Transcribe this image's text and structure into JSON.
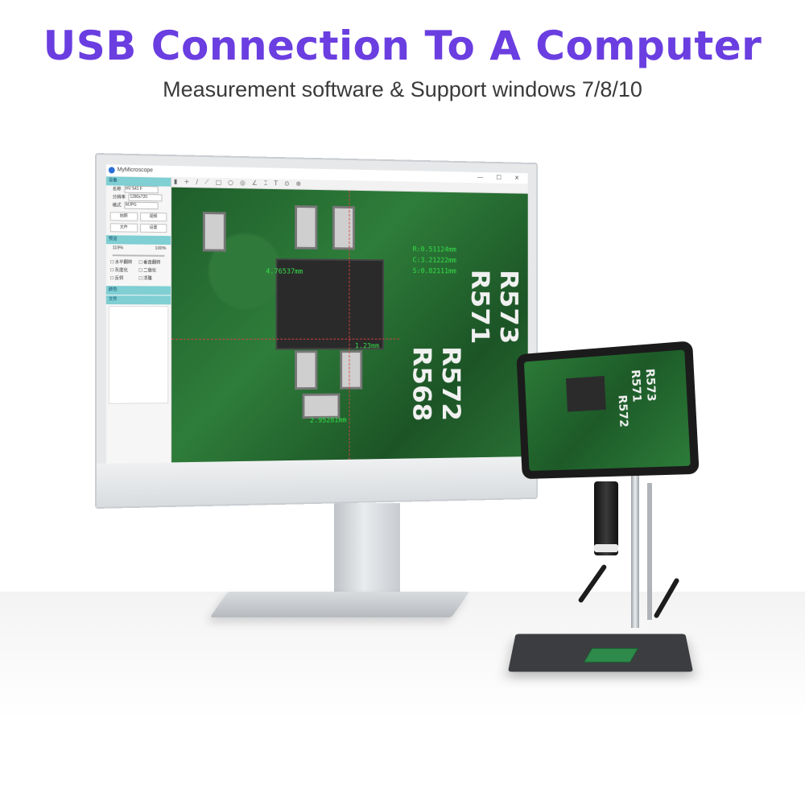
{
  "headline": "USB Connection To A Computer",
  "subline": "Measurement software & Support windows 7/8/10",
  "colors": {
    "headline": "#6a3ee0",
    "section_head": "#7fcfd3",
    "measure": "#35e04a",
    "pcb": "#2e7d3a"
  },
  "app": {
    "title": "MyMicroscope",
    "window_controls": "— ☐ ✕",
    "sections": {
      "device": "设备",
      "preview": "预览",
      "color": "颜色",
      "files": "文件"
    },
    "device_rows": [
      {
        "label": "名称",
        "value": "HV 541 F"
      },
      {
        "label": "分辨率",
        "value": "1280x720"
      },
      {
        "label": "格式",
        "value": "MJPG"
      }
    ],
    "buttons": [
      "拍照",
      "视频",
      "文件",
      "设置"
    ],
    "zoom": {
      "value": "119%",
      "right": "100%"
    },
    "checkboxes": [
      "水平翻转",
      "垂直翻转",
      "灰度化",
      "二值化",
      "反转",
      "浮雕"
    ],
    "toolbar_icons": "▮ + ∕ ⟋ □ ○ ◎ ∠ ⌶ T ⊙ ⊗"
  },
  "measurements": {
    "length1": "4.76537mm",
    "r": "R:0.51124mm",
    "c": "C:3.21222mm",
    "s": "S:0.82111mm",
    "length2": "2.95281mm",
    "length3": "1.23mm"
  },
  "pcb_labels": [
    "R573",
    "R571",
    "R572",
    "R568"
  ]
}
